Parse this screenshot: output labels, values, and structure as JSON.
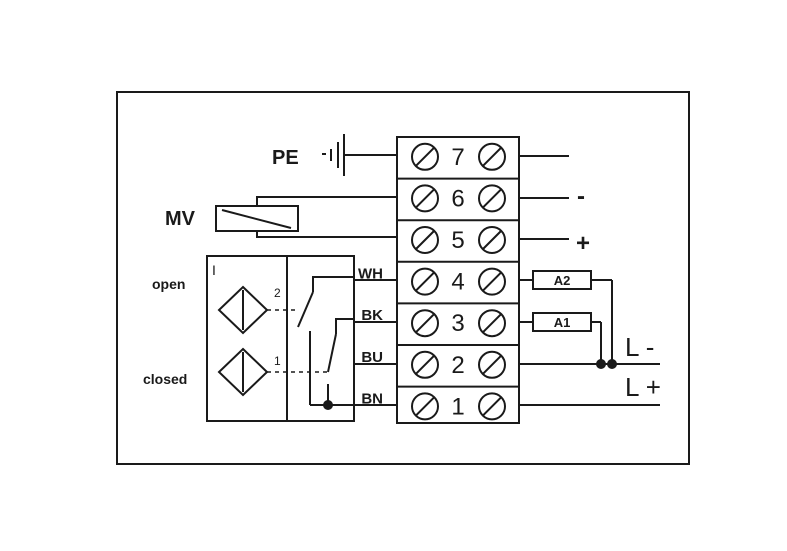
{
  "labels": {
    "pe": "PE",
    "mv": "MV",
    "open": "open",
    "closed": "closed",
    "sensor_header": "I",
    "sensor_pin_2": "2",
    "sensor_pin_1": "1",
    "minus": "-",
    "plus": "+",
    "l_minus": "L -",
    "l_plus": "L +"
  },
  "terminals": [
    {
      "number": "7"
    },
    {
      "number": "6"
    },
    {
      "number": "5"
    },
    {
      "number": "4",
      "wire": "WH"
    },
    {
      "number": "3",
      "wire": "BK"
    },
    {
      "number": "2",
      "wire": "BU"
    },
    {
      "number": "1",
      "wire": "BN"
    }
  ],
  "components": {
    "a2": "A2",
    "a1": "A1"
  },
  "colors": {
    "line": "#1a1a1a",
    "background": "#ffffff"
  }
}
